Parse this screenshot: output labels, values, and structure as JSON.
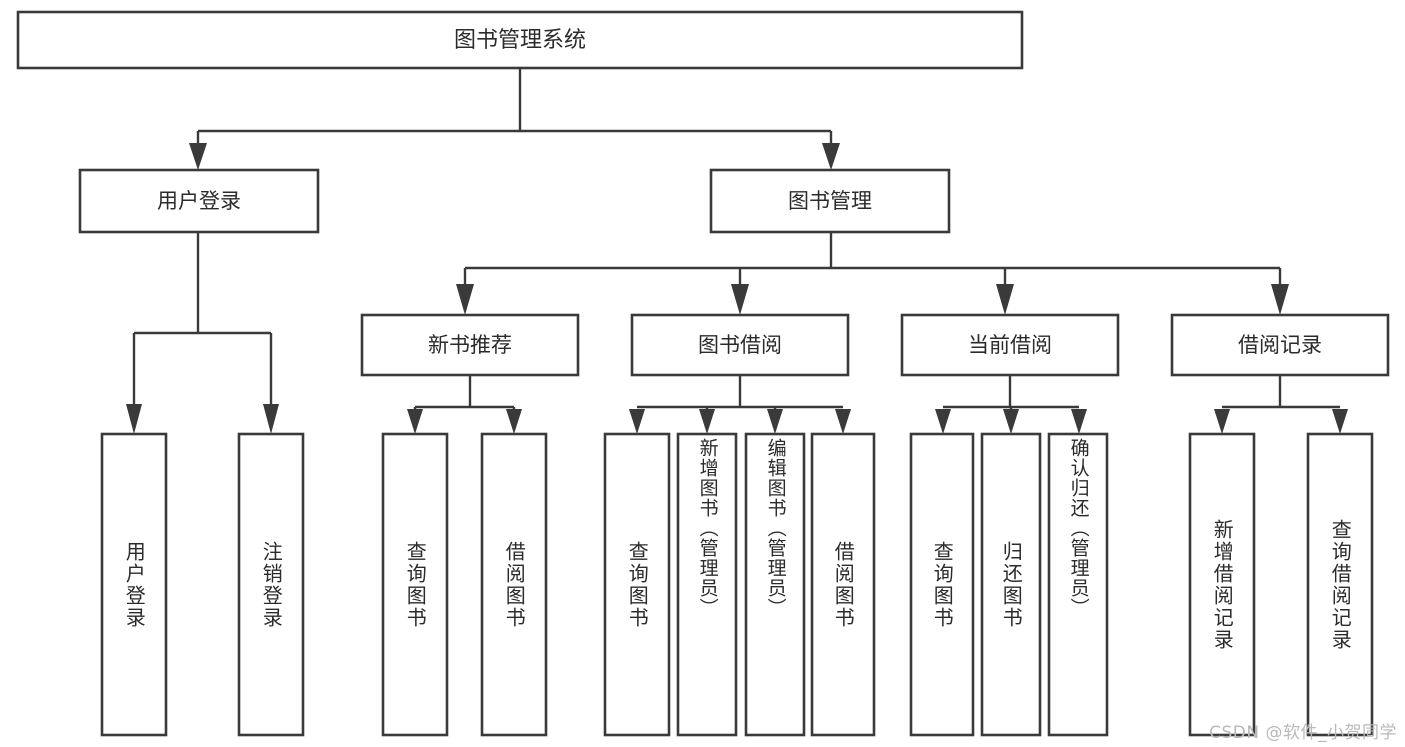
{
  "diagram": {
    "title": "图书管理系统",
    "type": "tree",
    "watermark": "CSDN @软件_小贺同学",
    "colors": {
      "stroke": "#3a3a3a",
      "fill": "#ffffff",
      "text": "#2b2b2b",
      "watermark": "#b9b9b9"
    },
    "root": {
      "id": "root",
      "label": "图书管理系统"
    },
    "level2": [
      {
        "id": "user-login",
        "label": "用户登录"
      },
      {
        "id": "book-manage",
        "label": "图书管理"
      }
    ],
    "level3": [
      {
        "id": "new-book-rec",
        "label": "新书推荐",
        "parent": "book-manage"
      },
      {
        "id": "book-borrow",
        "label": "图书借阅",
        "parent": "book-manage"
      },
      {
        "id": "current-borrow",
        "label": "当前借阅",
        "parent": "book-manage"
      },
      {
        "id": "borrow-record",
        "label": "借阅记录",
        "parent": "book-manage"
      }
    ],
    "leaves": [
      {
        "id": "leaf-user-login",
        "label": "用户登录",
        "parent": "user-login"
      },
      {
        "id": "leaf-logout",
        "label": "注销登录",
        "parent": "user-login"
      },
      {
        "id": "leaf-query-book-1",
        "label": "查询图书",
        "parent": "new-book-rec"
      },
      {
        "id": "leaf-borrow-book-1",
        "label": "借阅图书",
        "parent": "new-book-rec"
      },
      {
        "id": "leaf-query-book-2",
        "label": "查询图书",
        "parent": "book-borrow"
      },
      {
        "id": "leaf-add-book",
        "label": "新增图书（管理员）",
        "parent": "book-borrow"
      },
      {
        "id": "leaf-edit-book",
        "label": "编辑图书（管理员）",
        "parent": "book-borrow"
      },
      {
        "id": "leaf-borrow-book-2",
        "label": "借阅图书",
        "parent": "book-borrow"
      },
      {
        "id": "leaf-query-book-3",
        "label": "查询图书",
        "parent": "current-borrow"
      },
      {
        "id": "leaf-return-book",
        "label": "归还图书",
        "parent": "current-borrow"
      },
      {
        "id": "leaf-confirm-return",
        "label": "确认归还（管理员）",
        "parent": "current-borrow"
      },
      {
        "id": "leaf-add-record",
        "label": "新增借阅记录",
        "parent": "borrow-record"
      },
      {
        "id": "leaf-query-record",
        "label": "查询借阅记录",
        "parent": "borrow-record"
      }
    ]
  }
}
